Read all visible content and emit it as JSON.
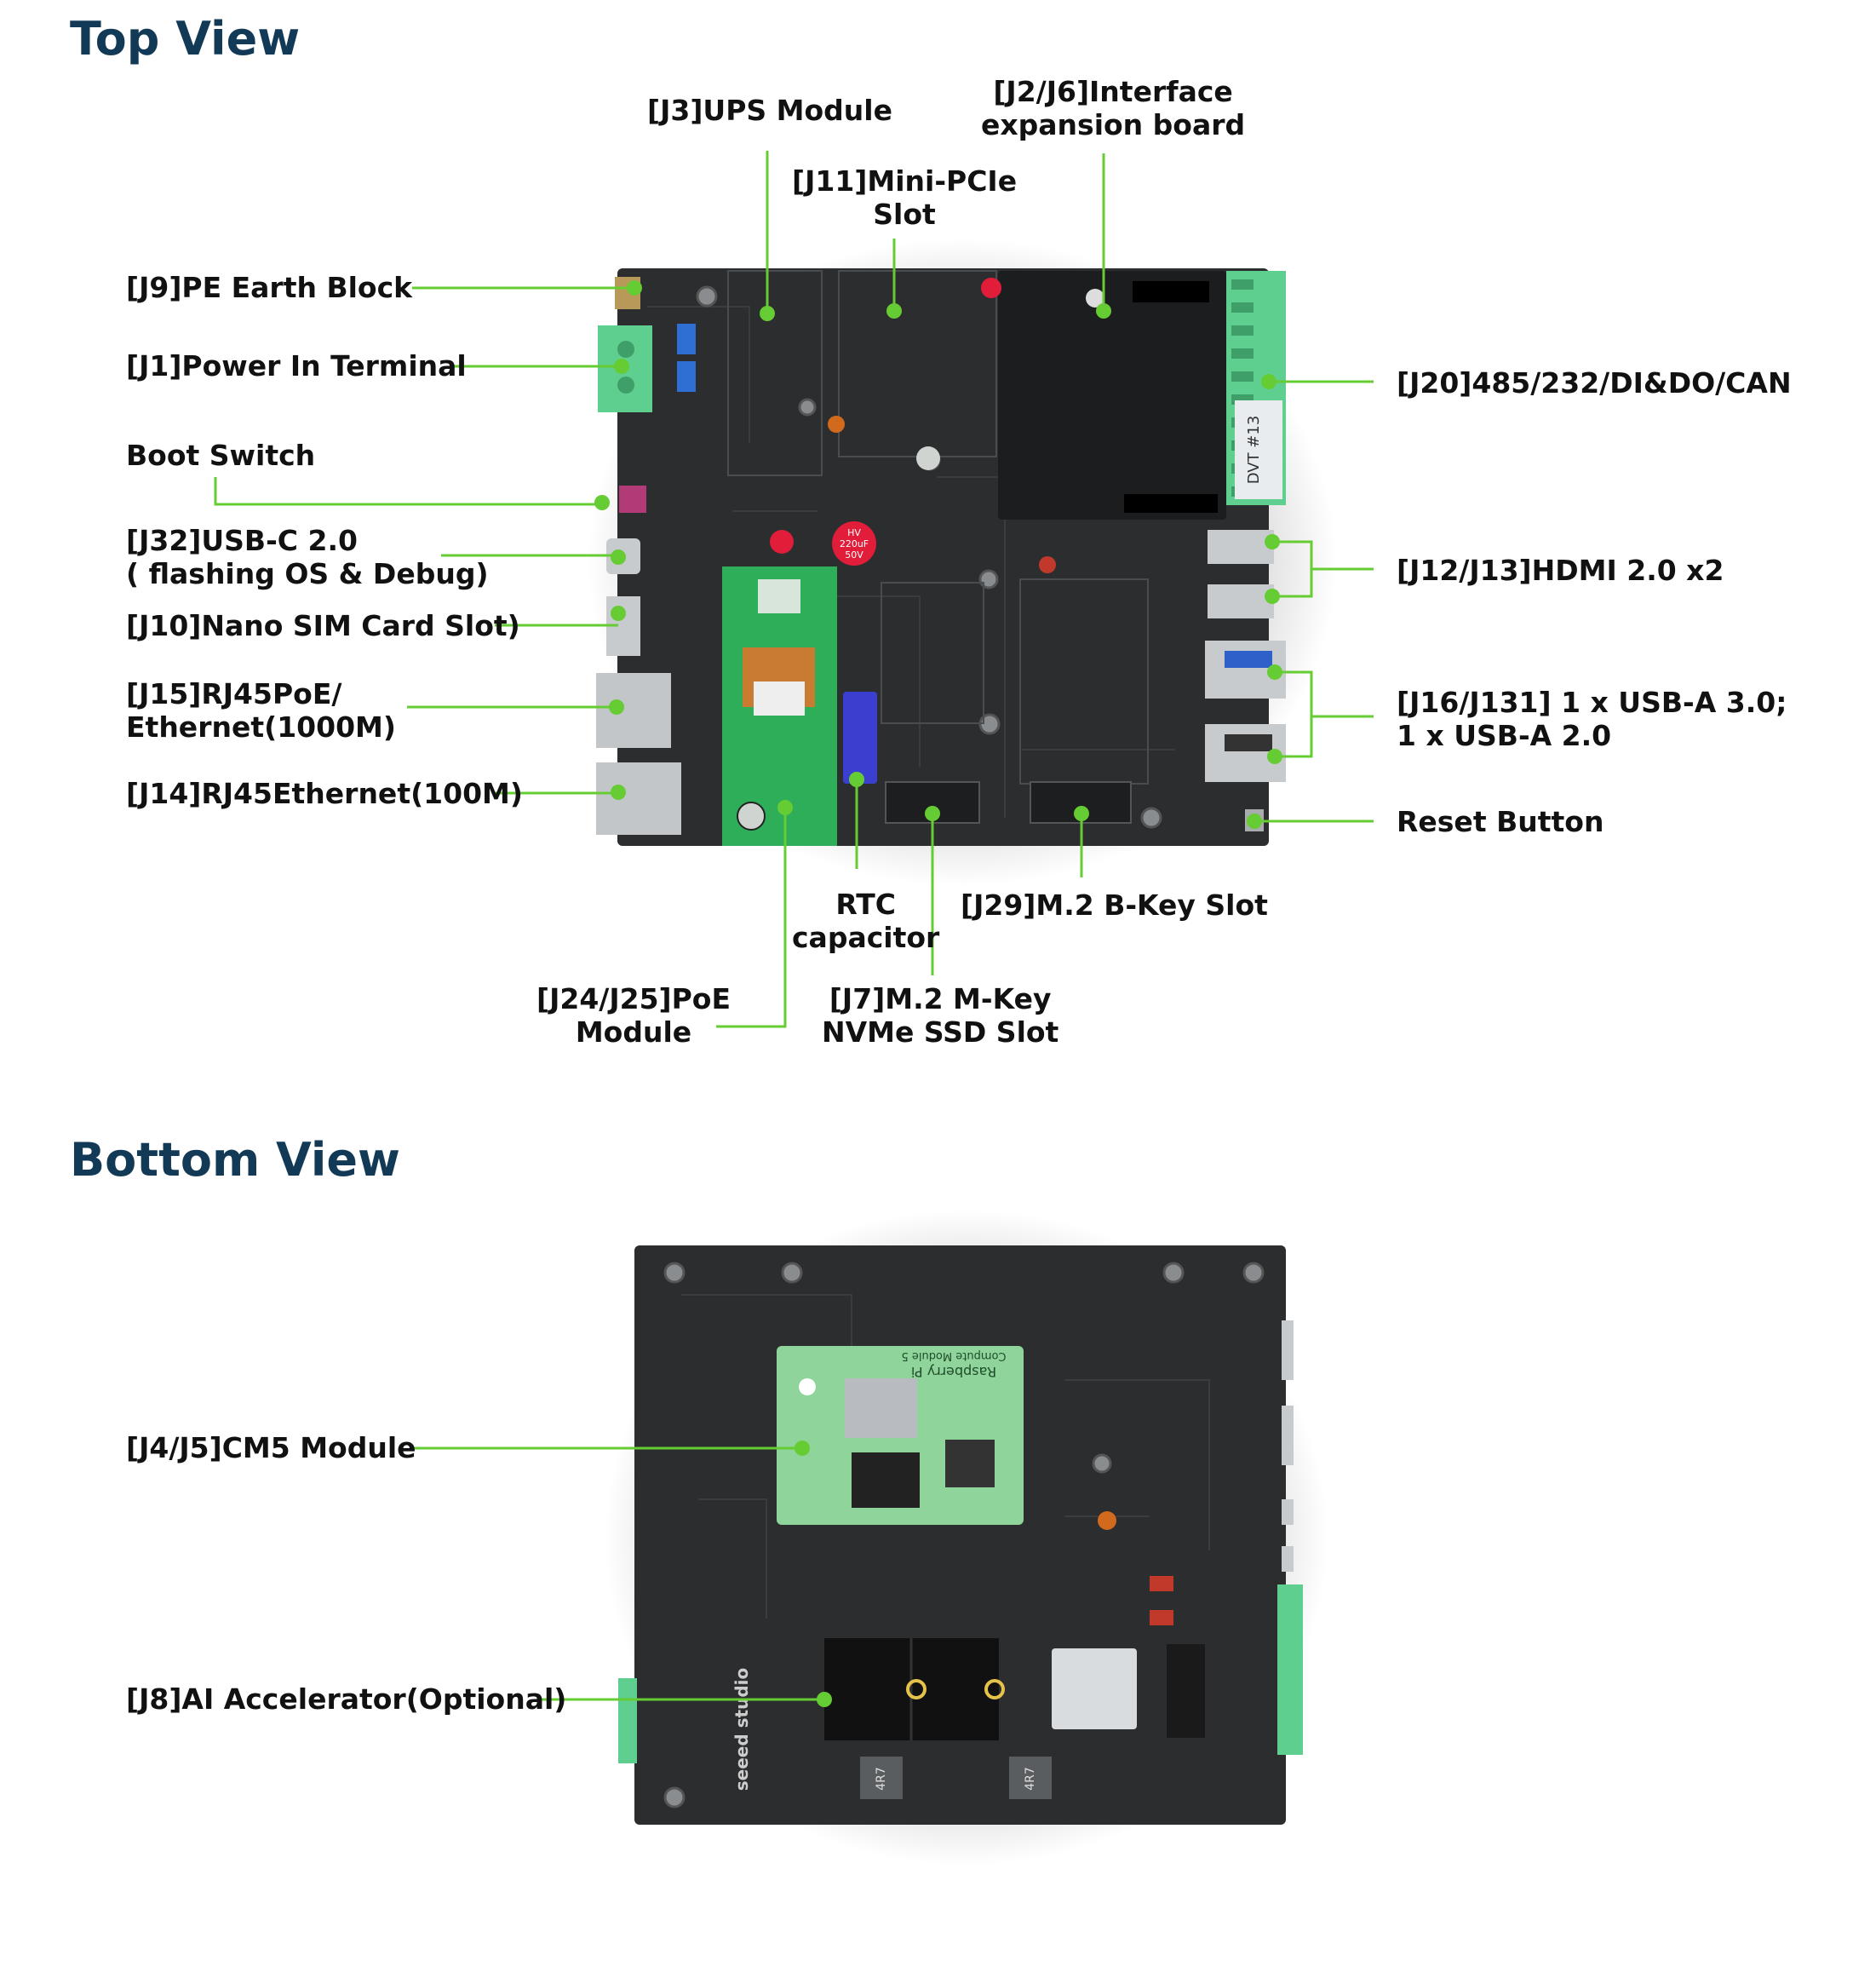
{
  "top_view": {
    "title": "Top View",
    "labels": {
      "j3": [
        "[J3]UPS Module"
      ],
      "j2j6": [
        "[J2/J6]Interface",
        "expansion board"
      ],
      "j11": [
        "[J11]Mini-PCIe",
        "Slot"
      ],
      "j9": [
        "[J9]PE Earth Block"
      ],
      "j1": [
        "[J1]Power In Terminal"
      ],
      "boot": [
        "Boot Switch"
      ],
      "j32": [
        "[J32]USB-C 2.0",
        "( flashing OS & Debug)"
      ],
      "j10": [
        "[J10]Nano SIM Card Slot)"
      ],
      "j15": [
        "[J15]RJ45PoE/",
        "Ethernet(1000M)"
      ],
      "j14": [
        "[J14]RJ45Ethernet(100M)"
      ],
      "j20": [
        "[J20]485/232/DI&DO/CAN"
      ],
      "j12j13": [
        "[J12/J13]HDMI 2.0 x2"
      ],
      "j16j131": [
        "[J16/J131] 1 x USB-A 3.0;",
        "1 x USB-A 2.0"
      ],
      "reset": [
        "Reset Button"
      ],
      "rtc": [
        "RTC",
        "capacitor"
      ],
      "j29": [
        "[J29]M.2 B-Key Slot"
      ],
      "j24j25": [
        "[J24/J25]PoE",
        "Module"
      ],
      "j7": [
        "[J7]M.2 M-Key",
        "NVMe SSD Slot"
      ]
    },
    "board_marks": {
      "dvt": "DVT #13",
      "cap": [
        "HV",
        "220uF",
        "50V"
      ]
    }
  },
  "bottom_view": {
    "title": "Bottom View",
    "labels": {
      "j4j5": [
        "[J4/J5]CM5 Module"
      ],
      "j8": [
        "[J8]AI Accelerator(Optional)"
      ]
    },
    "board_marks": {
      "cm_brand": "Raspberry Pi",
      "cm_name": "Compute Module 5",
      "seeed": "seeed studio",
      "inductor_1": "4R7",
      "inductor_2": "4R7"
    }
  },
  "colors": {
    "title": "#123a57",
    "callout": "#66cc33",
    "pcb": "#2b2d2f",
    "terminal": "#5fcf8f",
    "module": "#2fae5a"
  }
}
